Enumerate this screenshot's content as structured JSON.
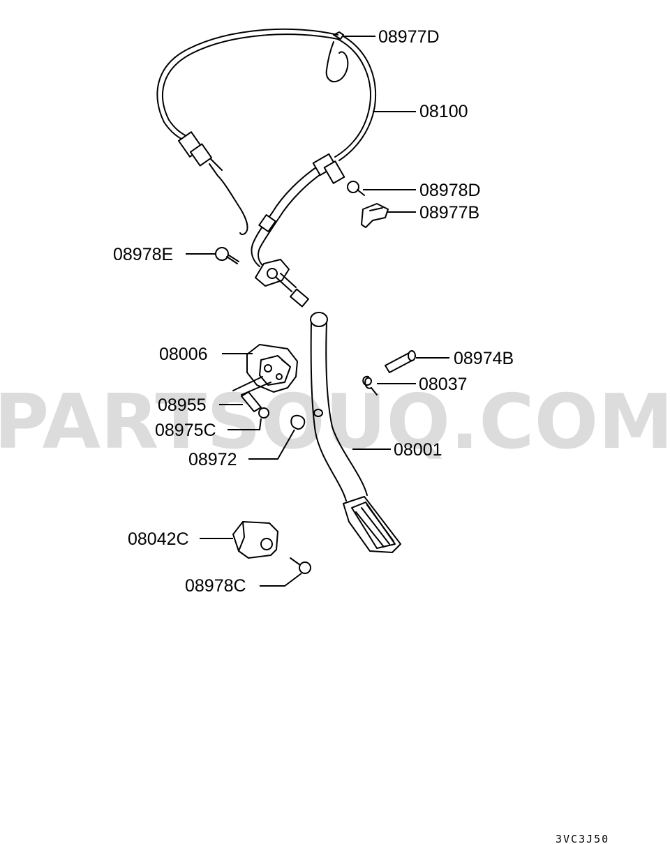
{
  "watermark": "PARTSOUQ.COM",
  "diagram_code": "3VC3J50",
  "parts": {
    "p08977D": "08977D",
    "p08100": "08100",
    "p08978D": "08978D",
    "p08977B": "08977B",
    "p08978E": "08978E",
    "p08006": "08006",
    "p08974B": "08974B",
    "p08037": "08037",
    "p08955": "08955",
    "p08975C": "08975C",
    "p08972": "08972",
    "p08001": "08001",
    "p08042C": "08042C",
    "p08978C": "08978C"
  }
}
